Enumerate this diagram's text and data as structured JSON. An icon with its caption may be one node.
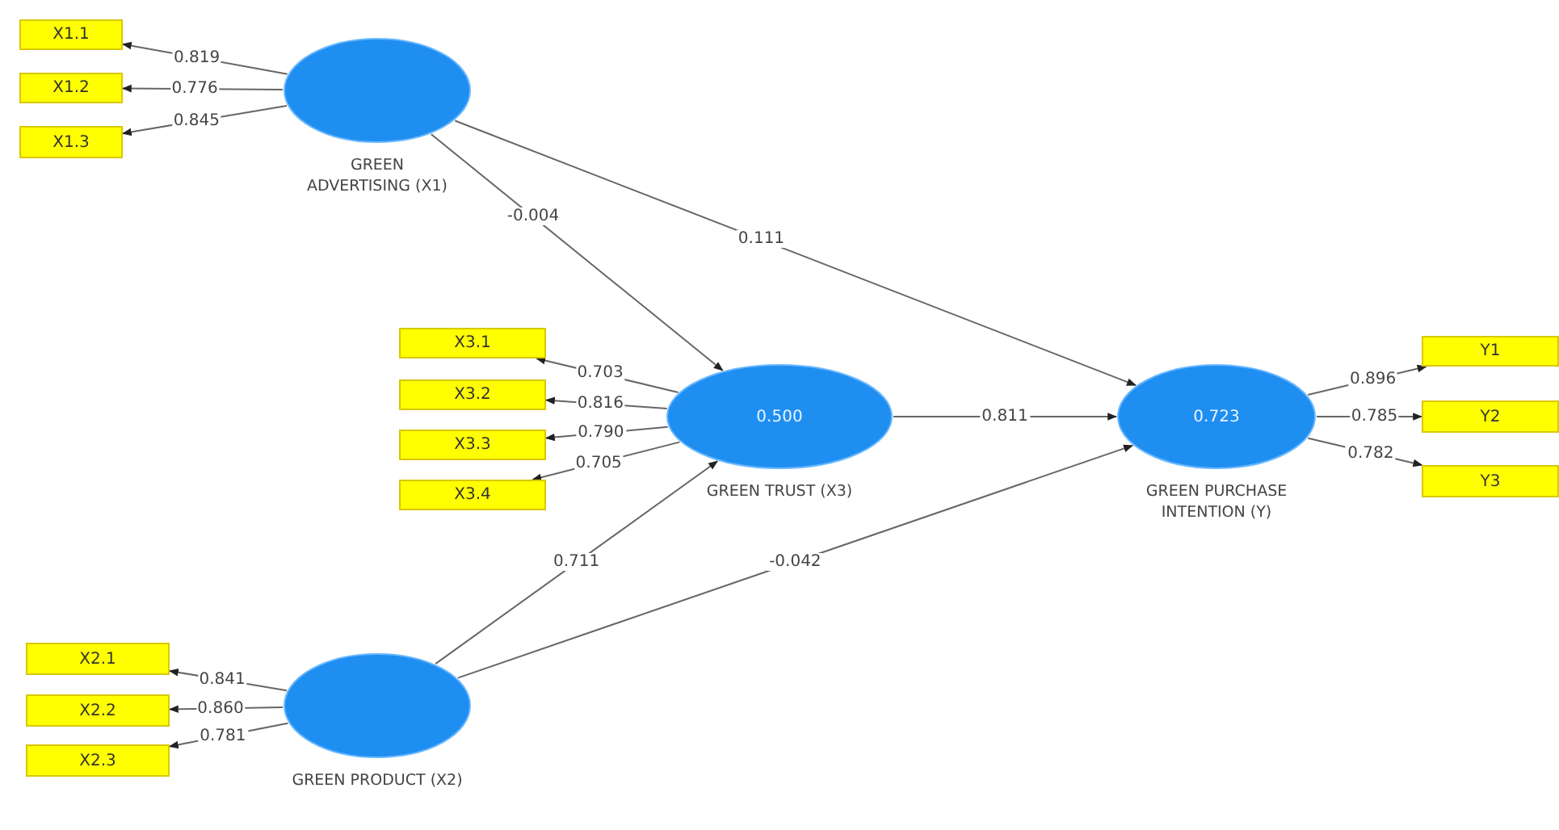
{
  "diagram": {
    "nodes": [
      {
        "text": [
          "X1.1"
        ]
      },
      {
        "text": [
          "X1.2"
        ]
      },
      {
        "text": [
          "X1.3"
        ]
      },
      {
        "text": [
          "GREEN ADVERTISING (X1)"
        ]
      },
      {
        "text": [
          "X3.1"
        ]
      },
      {
        "text": [
          "X3.2"
        ]
      },
      {
        "text": [
          "X3.3"
        ]
      },
      {
        "text": [
          "X3.4"
        ]
      },
      {
        "text": [
          "0.500",
          "GREEN TRUST (X3)"
        ]
      },
      {
        "text": [
          "0.723",
          "GREEN PURCHASE INTENTION (Y)"
        ]
      },
      {
        "text": [
          "Y1"
        ]
      },
      {
        "text": [
          "Y2"
        ]
      },
      {
        "text": [
          "Y3"
        ]
      },
      {
        "text": [
          "X2.1"
        ]
      },
      {
        "text": [
          "X2.2"
        ]
      },
      {
        "text": [
          "X2.3"
        ]
      },
      {
        "text": [
          "GREEN PRODUCT (X2)"
        ]
      }
    ],
    "edges": [
      {
        "from": 3,
        "to": 0,
        "arrow": "to",
        "label": "0.819"
      },
      {
        "from": 3,
        "to": 1,
        "arrow": "to",
        "label": "0.776"
      },
      {
        "from": 3,
        "to": 2,
        "arrow": "to",
        "label": "0.845"
      },
      {
        "from": 3,
        "to": 8,
        "arrow": "to",
        "label": "-0.004"
      },
      {
        "from": 3,
        "to": 9,
        "arrow": "to",
        "label": "0.111"
      },
      {
        "from": 8,
        "to": 4,
        "arrow": "to",
        "label": "0.703"
      },
      {
        "from": 8,
        "to": 5,
        "arrow": "to",
        "label": "0.816"
      },
      {
        "from": 8,
        "to": 6,
        "arrow": "to",
        "label": "0.790"
      },
      {
        "from": 8,
        "to": 7,
        "arrow": "to",
        "label": "0.705"
      },
      {
        "from": 8,
        "to": 9,
        "arrow": "to",
        "label": "0.811"
      },
      {
        "from": 9,
        "to": 10,
        "arrow": "to",
        "label": "0.896"
      },
      {
        "from": 9,
        "to": 11,
        "arrow": "to",
        "label": "0.785"
      },
      {
        "from": 9,
        "to": 12,
        "arrow": "to",
        "label": "0.782"
      },
      {
        "from": 16,
        "to": 8,
        "arrow": "to",
        "label": "0.711"
      },
      {
        "from": 16,
        "to": 9,
        "arrow": "to",
        "label": "-0.042"
      },
      {
        "from": 16,
        "to": 13,
        "arrow": "to",
        "label": "0.841"
      },
      {
        "from": 16,
        "to": 14,
        "arrow": "to",
        "label": "0.860"
      },
      {
        "from": 16,
        "to": 15,
        "arrow": "to",
        "label": "0.781"
      }
    ]
  }
}
